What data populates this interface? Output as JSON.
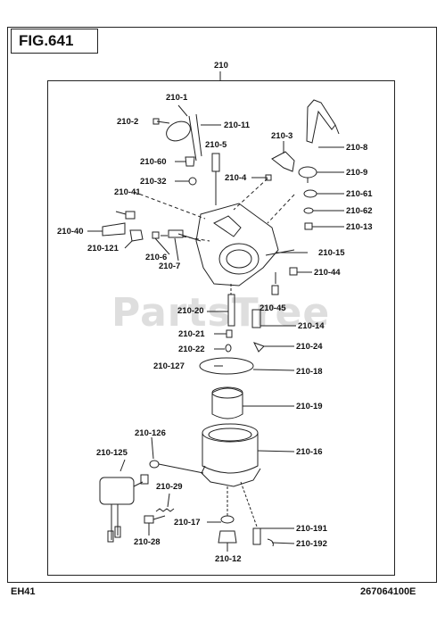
{
  "figure": {
    "title": "FIG.641",
    "assembly": "210"
  },
  "footer": {
    "model": "EH41",
    "part_number": "267064100E"
  },
  "watermark": "PartsTree",
  "callouts": {
    "c210_1": "210-1",
    "c210_2": "210-2",
    "c210_11": "210-11",
    "c210_5": "210-5",
    "c210_60": "210-60",
    "c210_3": "210-3",
    "c210_8": "210-8",
    "c210_32": "210-32",
    "c210_4": "210-4",
    "c210_9": "210-9",
    "c210_41": "210-41",
    "c210_61": "210-61",
    "c210_62": "210-62",
    "c210_40": "210-40",
    "c210_13": "210-13",
    "c210_121": "210-121",
    "c210_6": "210-6",
    "c210_15": "210-15",
    "c210_7": "210-7",
    "c210_44": "210-44",
    "c210_45": "210-45",
    "c210_20": "210-20",
    "c210_14": "210-14",
    "c210_21": "210-21",
    "c210_22": "210-22",
    "c210_24": "210-24",
    "c210_127": "210-127",
    "c210_18": "210-18",
    "c210_19": "210-19",
    "c210_126": "210-126",
    "c210_125": "210-125",
    "c210_16": "210-16",
    "c210_29": "210-29",
    "c210_17": "210-17",
    "c210_191": "210-191",
    "c210_28": "210-28",
    "c210_192": "210-192",
    "c210_12": "210-12"
  }
}
